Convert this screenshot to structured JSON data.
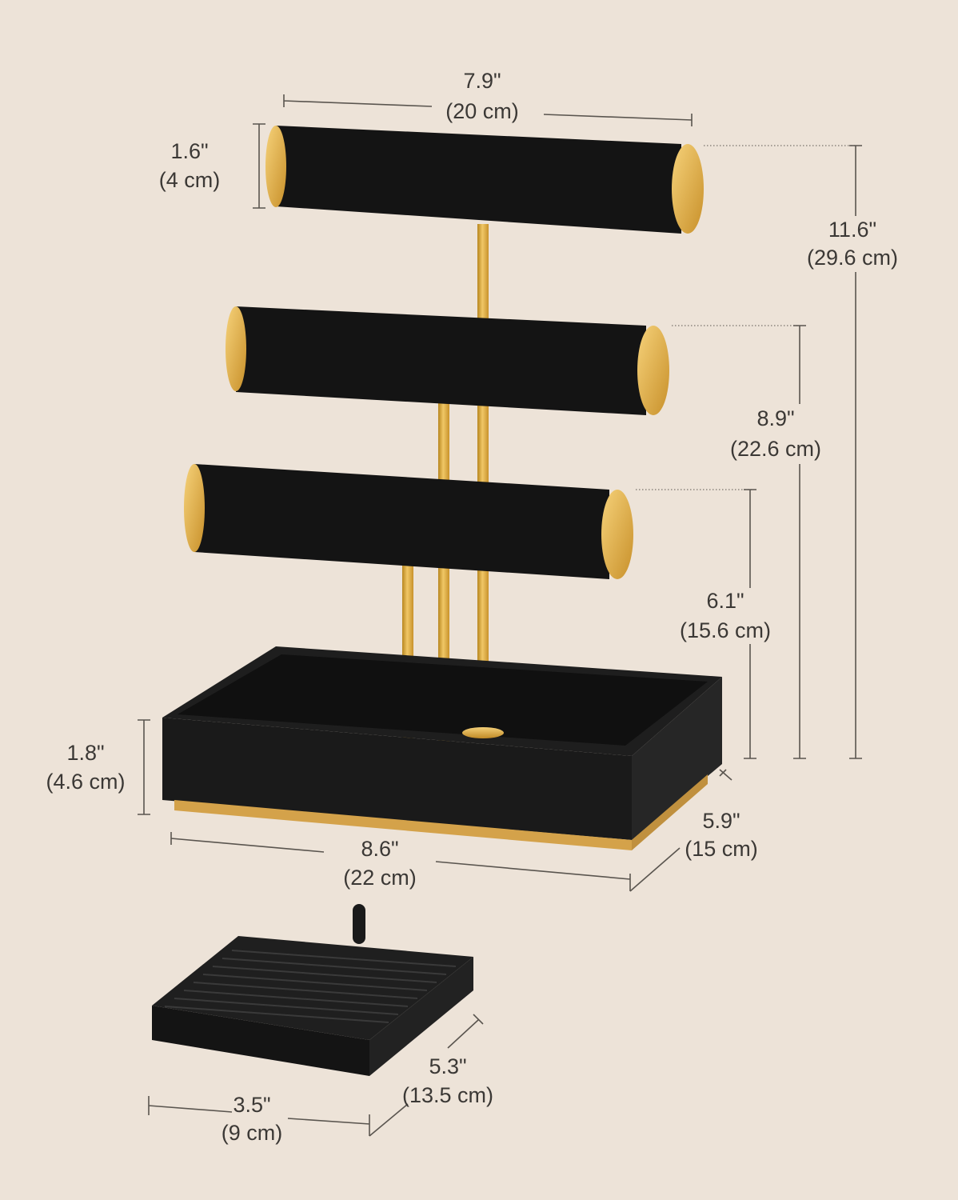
{
  "colors": {
    "background": "#ede3d8",
    "velvet": "#161616",
    "gold": "#d9a437",
    "text": "#3b3835"
  },
  "dimensions": {
    "width_top_bar": {
      "inch": "7.9\"",
      "cm": "(20 cm)"
    },
    "bar_diameter": {
      "inch": "1.6\"",
      "cm": "(4 cm)"
    },
    "total_height": {
      "inch": "11.6\"",
      "cm": "(29.6 cm)"
    },
    "middle_bar_height": {
      "inch": "8.9\"",
      "cm": "(22.6 cm)"
    },
    "bottom_bar_height": {
      "inch": "6.1\"",
      "cm": "(15.6 cm)"
    },
    "tray_height": {
      "inch": "1.8\"",
      "cm": "(4.6 cm)"
    },
    "tray_depth": {
      "inch": "5.9\"",
      "cm": "(15 cm)"
    },
    "tray_width": {
      "inch": "8.6\"",
      "cm": "(22 cm)"
    },
    "ring_tray_depth": {
      "inch": "5.3\"",
      "cm": "(13.5 cm)"
    },
    "ring_tray_width": {
      "inch": "3.5\"",
      "cm": "(9 cm)"
    }
  }
}
